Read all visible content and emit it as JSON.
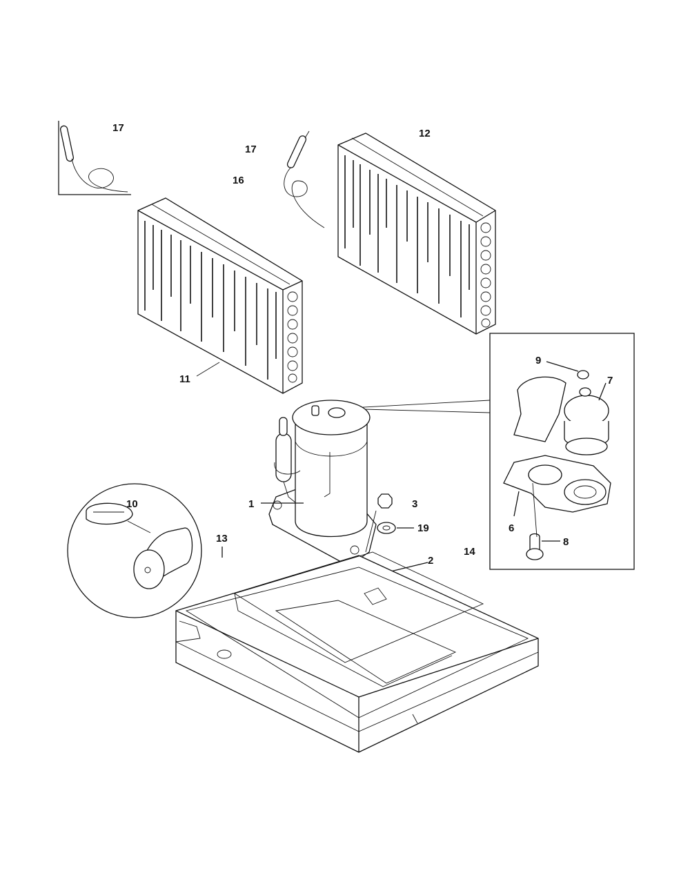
{
  "labels": {
    "l17a": "17",
    "l17b": "17",
    "l16": "16",
    "l12": "12",
    "l11": "11",
    "l9": "9",
    "l7": "7",
    "l10": "10",
    "l1": "1",
    "l3": "3",
    "l19": "19",
    "l13": "13",
    "l2": "2",
    "l14": "14",
    "l6": "6",
    "l8": "8"
  }
}
